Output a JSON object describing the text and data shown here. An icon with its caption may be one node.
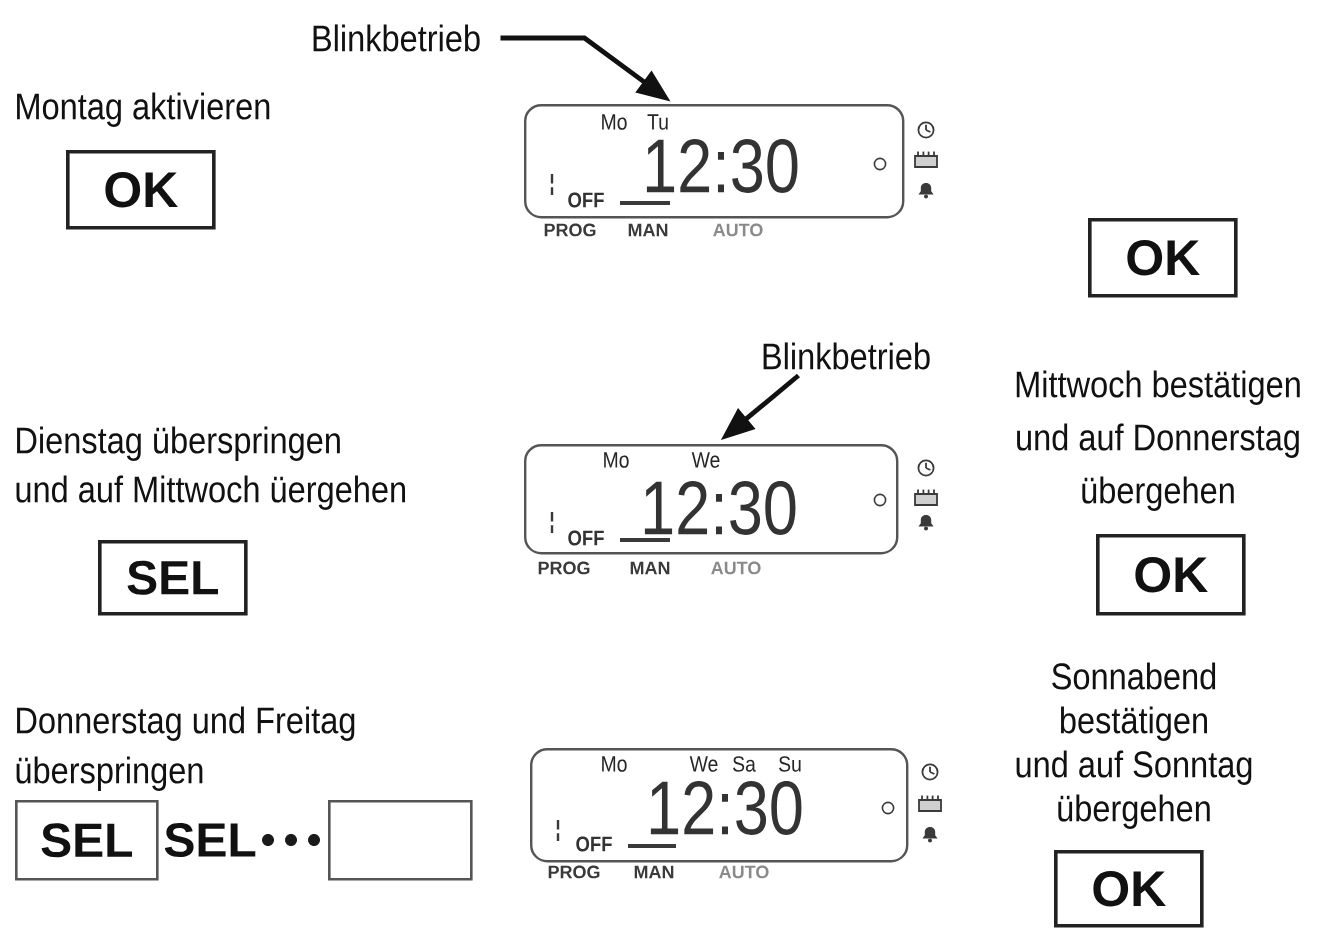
{
  "diagram": {
    "nodes": [
      {
        "text": [
          "Blinkbetrieb"
        ]
      },
      {
        "text": [
          "OK"
        ],
        "beside": [
          "Montag aktivieren"
        ]
      },
      {
        "text": [
          "Mo",
          "Tu",
          "12:30",
          "OFF",
          "PROG",
          "MAN",
          "AUTO"
        ]
      },
      {
        "text": [
          "OK"
        ]
      },
      {
        "text": [
          "Blinkbetrieb"
        ]
      },
      {
        "text": [
          "SEL"
        ],
        "beside": [
          "Dienstag überspringen und auf Mittwoch üergehen"
        ]
      },
      {
        "text": [
          "Mo",
          "We",
          "12:30",
          "OFF",
          "PROG",
          "MAN",
          "AUTO"
        ]
      },
      {
        "text": [
          "OK"
        ],
        "beside": [
          "Mittwoch bestätigen und auf Donnerstag übergehen"
        ]
      },
      {
        "text": [
          "SEL"
        ],
        "beside": [
          "Donnerstag und Freitag überspringen"
        ]
      },
      {
        "text": [
          "SEL"
        ]
      },
      {
        "text": [],
        "shape": "box"
      },
      {
        "text": [
          "Mo",
          "We",
          "Sa",
          "Su",
          "12:30",
          "OFF",
          "PROG",
          "MAN",
          "AUTO"
        ]
      },
      {
        "text": [
          "OK"
        ],
        "beside": [
          "Sonnabend bestätigen und auf Sonntag übergehen"
        ]
      }
    ],
    "edges": [
      {
        "from": 0,
        "to": 2,
        "arrow": "to"
      },
      {
        "from": 4,
        "to": 6,
        "arrow": "to"
      }
    ]
  }
}
